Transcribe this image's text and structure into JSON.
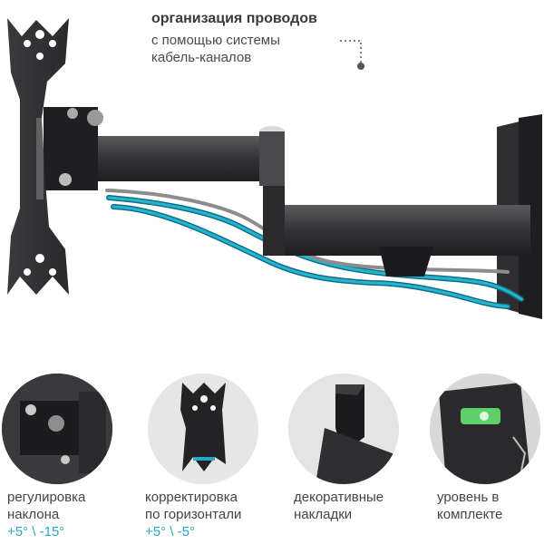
{
  "annotation": {
    "title": "организация проводов",
    "line2": "с помощью системы",
    "line3": "кабель-каналов"
  },
  "features": [
    {
      "line1": "регулировка",
      "line2": "наклона",
      "accent": "+5° \\ -15°"
    },
    {
      "line1": "корректировка",
      "line2": "по горизонтали",
      "accent": "+5° \\ -5°"
    },
    {
      "line1": "декоративные",
      "line2": "накладки",
      "accent": ""
    },
    {
      "line1": "уровень в",
      "line2": "комплекте",
      "accent": ""
    }
  ],
  "colors": {
    "accent": "#2aa7c7",
    "metal_dark": "#2c2c2e",
    "metal_mid": "#454547",
    "cable_teal": "#1f9fb8",
    "cable_grey": "#8a8a8a"
  }
}
